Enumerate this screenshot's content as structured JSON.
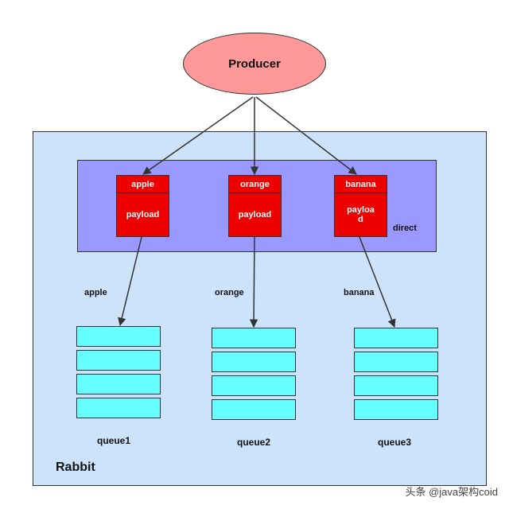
{
  "producer": {
    "label": "Producer"
  },
  "rabbit": {
    "label": "Rabbit"
  },
  "exchange": {
    "type_label": "direct"
  },
  "messages": [
    {
      "key": "apple",
      "payload": "payload"
    },
    {
      "key": "orange",
      "payload": "payload"
    },
    {
      "key": "banana",
      "payload": "payloa\nd"
    }
  ],
  "bindings": [
    {
      "routing_key": "apple"
    },
    {
      "routing_key": "orange"
    },
    {
      "routing_key": "banana"
    }
  ],
  "queues": [
    {
      "name": "queue1"
    },
    {
      "name": "queue2"
    },
    {
      "name": "queue3"
    }
  ],
  "watermark": "头条 @java架构coid",
  "colors": {
    "producer_fill": "#ff9999",
    "rabbit_fill": "#cce3fb",
    "exchange_fill": "#9999ff",
    "message_fill": "#ee0000",
    "queue_fill": "#66ffff"
  }
}
